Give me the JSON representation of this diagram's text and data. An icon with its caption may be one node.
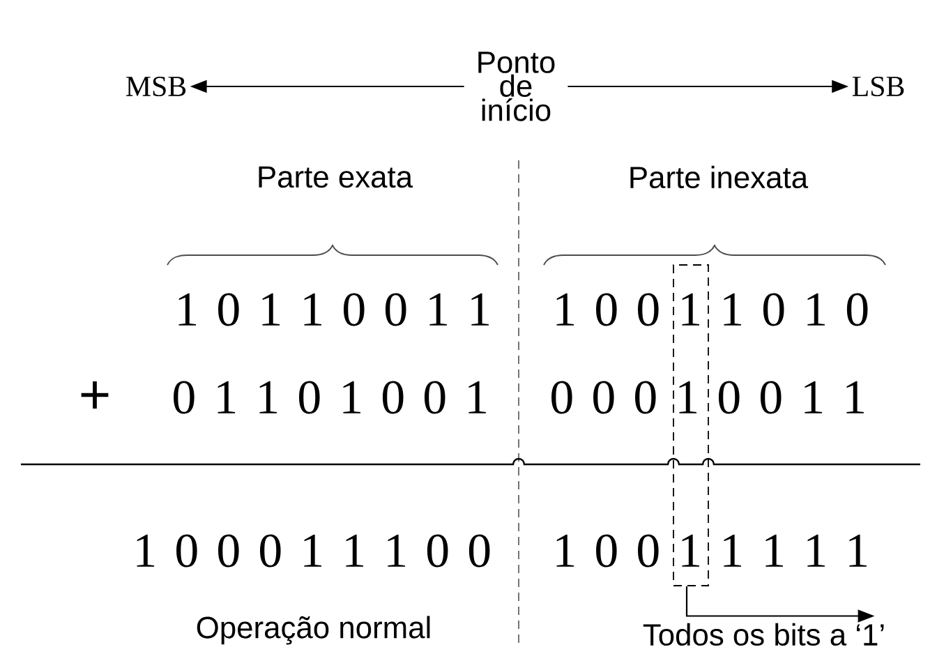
{
  "diagram": {
    "nodes": [
      {
        "text": [
          "Ponto de início"
        ]
      },
      {
        "text": [
          "MSB"
        ]
      },
      {
        "text": [
          "LSB"
        ]
      },
      {
        "text": [],
        "shape": "box"
      },
      {
        "text": [
          "Todos os bits a ‘1’"
        ]
      }
    ],
    "edges": [
      {
        "from": 0,
        "to": 1,
        "arrow": "to"
      },
      {
        "from": 0,
        "to": 2,
        "arrow": "to"
      },
      {
        "from": 3,
        "to": 4,
        "arrow": "to"
      }
    ],
    "labels": [
      "Parte exata",
      "Parte inexata",
      "1 0 1 1 0 0 1 1",
      "1 0 0 1 1 0 1 0",
      "+",
      "0 1 1 0 1 0 0 1",
      "0 0 0 1 0 0 1 1",
      "1 0 0 0 1 1 1 0 0",
      "1 0 0 1 1 1 1 1",
      "Operação normal"
    ]
  }
}
